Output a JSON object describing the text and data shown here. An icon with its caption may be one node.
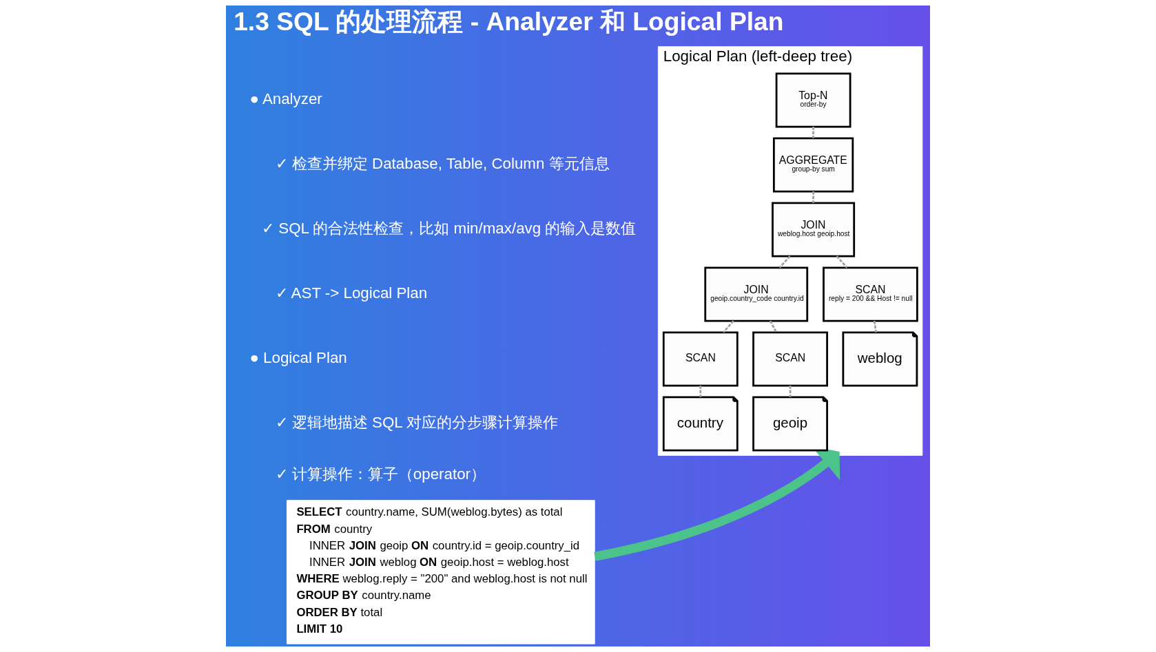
{
  "diagram": {
    "title": "1.3 SQL 的处理流程 - Analyzer 和 Logical Plan",
    "nodes": [
      {
        "text": [
          "**SELECT** country.name, SUM(weblog.bytes) as total",
          "**FROM** country",
          "INNER **JOIN** geoip **ON** country.id = geoip.country_id",
          "INNER **JOIN** weblog **ON** geoip.host = weblog.host",
          "**WHERE** weblog.reply = \"200\" and weblog.host is not null",
          "**GROUP BY** country.name",
          "**ORDER BY** total",
          "**LIMIT 10**"
        ]
      },
      {
        "text": [
          "Logical Plan (left-deep tree)"
        ]
      },
      {
        "text": [
          "Top-N",
          "order-by"
        ],
        "in": 1
      },
      {
        "text": [
          "AGGREGATE",
          "group-by sum"
        ],
        "in": 1
      },
      {
        "text": [
          "JOIN",
          "weblog.host geoip.host"
        ],
        "in": 1
      },
      {
        "text": [
          "JOIN",
          "geoip.country_code country.id"
        ],
        "in": 1
      },
      {
        "text": [
          "SCAN",
          "reply = 200 && Host != null"
        ],
        "in": 1
      },
      {
        "text": [
          "SCAN"
        ],
        "in": 1
      },
      {
        "text": [
          "SCAN"
        ],
        "in": 1
      },
      {
        "text": [
          "country"
        ],
        "in": 1
      },
      {
        "text": [
          "geoip"
        ],
        "in": 1
      },
      {
        "text": [
          "weblog"
        ],
        "in": 1
      }
    ],
    "edges": [
      {
        "from": 0,
        "to": 1,
        "arrow": "to",
        "style": "thick",
        "color": "#4cc38a"
      },
      {
        "from": 2,
        "to": 3,
        "arrow": "none",
        "style": "dashed"
      },
      {
        "from": 3,
        "to": 4,
        "arrow": "none",
        "style": "dashed"
      },
      {
        "from": 4,
        "to": 5,
        "arrow": "none",
        "style": "dashed"
      },
      {
        "from": 4,
        "to": 6,
        "arrow": "none",
        "style": "dashed"
      },
      {
        "from": 5,
        "to": 7,
        "arrow": "none",
        "style": "dashed"
      },
      {
        "from": 5,
        "to": 8,
        "arrow": "none",
        "style": "dashed"
      },
      {
        "from": 7,
        "to": 9,
        "arrow": "none",
        "style": "dashed"
      },
      {
        "from": 8,
        "to": 10,
        "arrow": "none",
        "style": "dashed"
      },
      {
        "from": 6,
        "to": 11,
        "arrow": "none",
        "style": "dashed"
      }
    ],
    "labels": [
      "● Analyzer",
      "✓ 检查并绑定 Database, Table, Column 等元信息",
      "✓ SQL 的合法性检查，比如 min/max/avg 的输入是数值",
      "✓ AST -> Logical Plan",
      "● Logical Plan",
      "✓ 逻辑地描述 SQL 对应的分步骤计算操作",
      "✓ 计算操作：算子（operator）"
    ]
  }
}
